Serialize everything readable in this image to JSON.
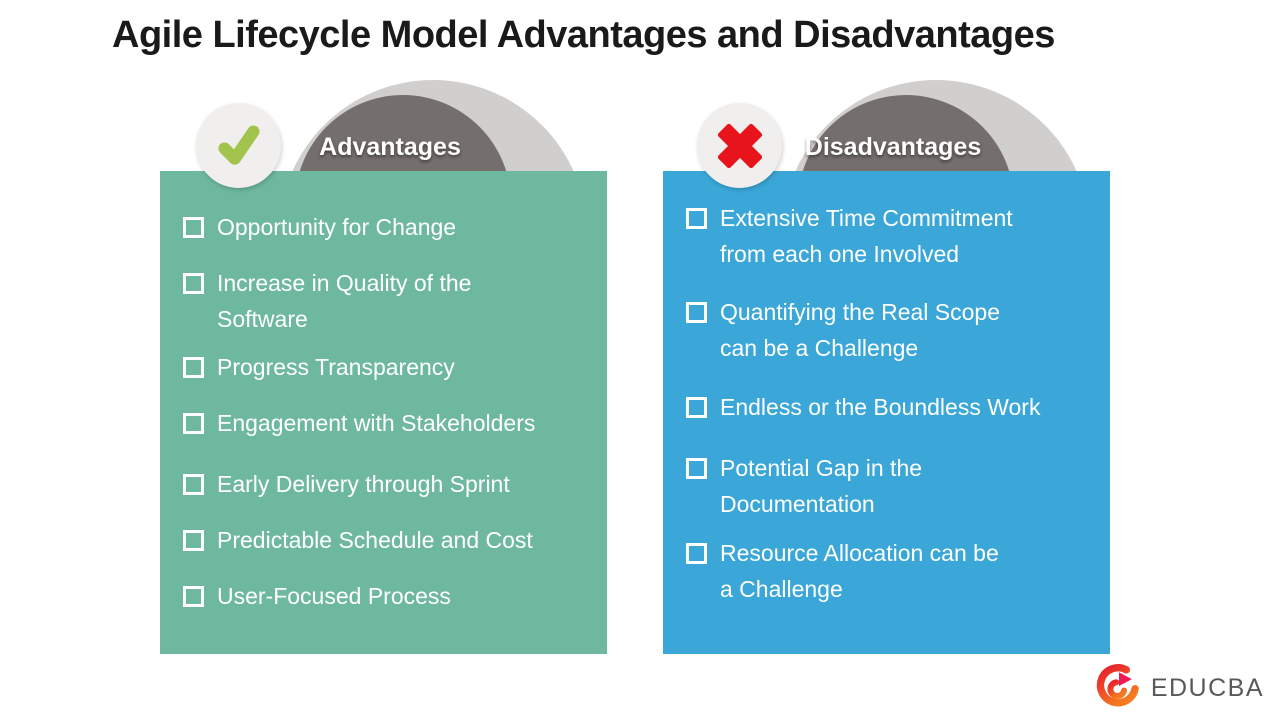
{
  "title": "Agile Lifecycle Model Advantages and Disadvantages",
  "colors": {
    "advantages-bg": "#6fb8a0",
    "disadvantages-bg": "#3aa7d8",
    "arc-dark": "#746e6c",
    "arc-light": "#d1cfce",
    "badge-bg": "#f0efee",
    "check-green": "#a2c34c",
    "cross-red": "#e8141c",
    "item-text": "#ffffff",
    "title-text": "#1a1a1a",
    "logo-text": "#58595b",
    "logo-red": "#e71d2f",
    "logo-orange": "#f47b20",
    "logo-pink": "#ec1b53"
  },
  "panels": [
    {
      "header": "Advantages",
      "icon": "check-icon",
      "items": [
        {
          "text": "Opportunity for Change"
        },
        {
          "text": "Increase in Quality of the\nSoftware"
        },
        {
          "text": "Progress Transparency"
        },
        {
          "text": "Engagement with Stakeholders"
        },
        {
          "text": "Early Delivery through Sprint"
        },
        {
          "text": "Predictable Schedule and Cost"
        },
        {
          "text": "User-Focused Process"
        }
      ]
    },
    {
      "header": "Disadvantages",
      "icon": "cross-icon",
      "items": [
        {
          "text": "Extensive Time Commitment\nfrom each one Involved"
        },
        {
          "text": "Quantifying the Real Scope\ncan be a Challenge"
        },
        {
          "text": "Endless or the Boundless Work"
        },
        {
          "text": "Potential Gap in the\nDocumentation"
        },
        {
          "text": "Resource Allocation can be\na Challenge"
        }
      ]
    }
  ],
  "logo": {
    "brand": "EDUCBA",
    "icon": "educba-swirl-icon"
  }
}
